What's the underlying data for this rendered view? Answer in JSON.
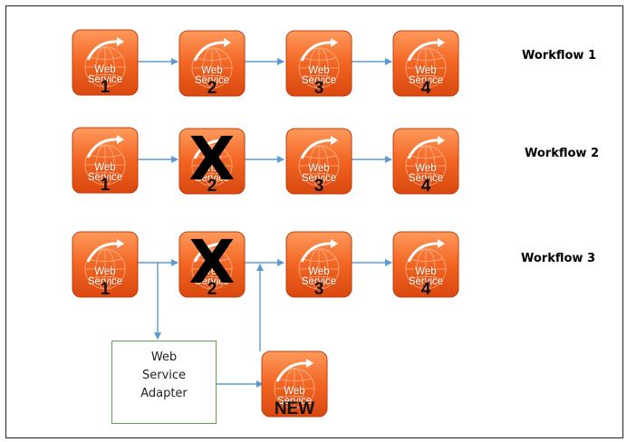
{
  "service_label": "Web\nService",
  "workflows": [
    {
      "label": "Workflow 1",
      "nodes": [
        "1",
        "2",
        "3",
        "4"
      ],
      "failed": []
    },
    {
      "label": "Workflow 2",
      "nodes": [
        "1",
        "2",
        "3",
        "4"
      ],
      "failed": [
        "2"
      ]
    },
    {
      "label": "Workflow 3",
      "nodes": [
        "1",
        "2",
        "3",
        "4"
      ],
      "failed": [
        "2"
      ]
    }
  ],
  "adapter": {
    "label": "Web\nService\nAdapter"
  },
  "new_node": {
    "number": "NEW"
  },
  "colors": {
    "tile": "#f26522",
    "tile_dark": "#d9480f",
    "arrow": "#5b9bd5",
    "adapter_border": "#5aa84a"
  },
  "icons": [
    "web-service-icon",
    "globe-icon",
    "curved-arrow-icon",
    "x-mark"
  ]
}
